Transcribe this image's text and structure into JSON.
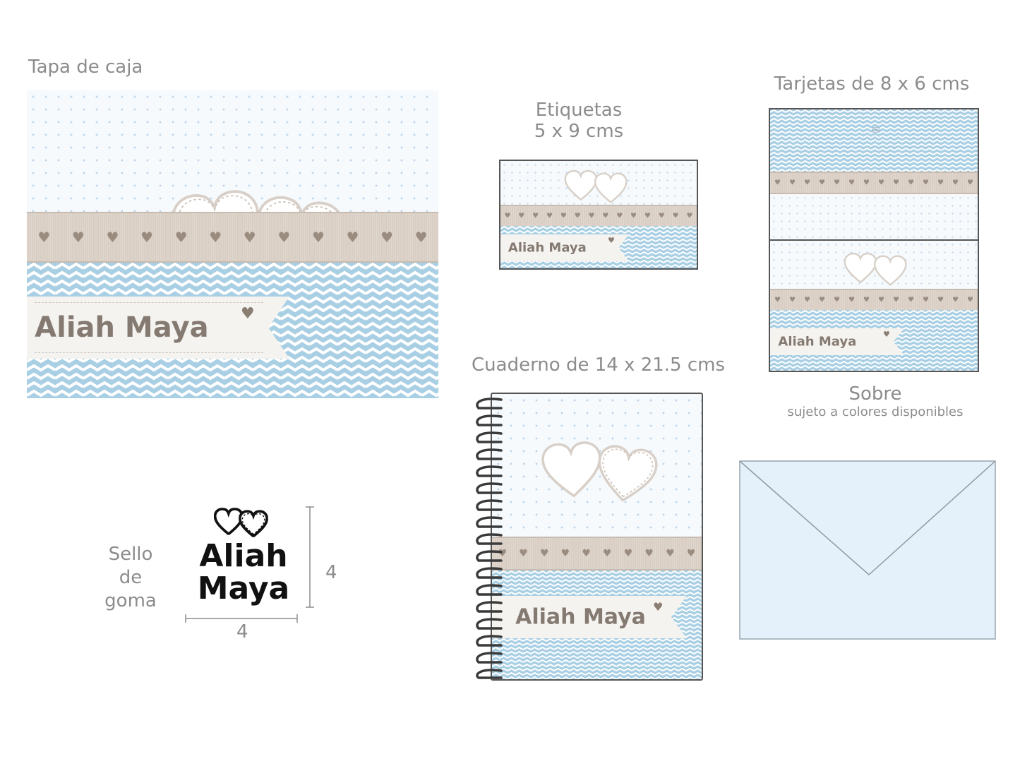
{
  "labels": {
    "box_lid": "Tapa de caja",
    "tags_title": "Etiquetas",
    "tags_size": "5 x 9 cms",
    "cards": "Tarjetas de 8 x 6 cms",
    "notebook": "Cuaderno de 14 x 21.5 cms",
    "envelope_title": "Sobre",
    "envelope_note": "sujeto a colores disponibles",
    "stamp_line1": "Sello",
    "stamp_line2": "de",
    "stamp_line3": "goma",
    "dim_height": "4",
    "dim_width": "4"
  },
  "design": {
    "name": "Aliah Maya",
    "stamp_name_line1": "Aliah",
    "stamp_name_line2": "Maya"
  },
  "colors": {
    "background": "#ffffff",
    "polka": "#bfd6ea",
    "ribbon": "#d9cec4",
    "wave_blue": "#a9cfe4",
    "name_text": "#857a72",
    "envelope": "#e4f1fa"
  },
  "icons": [
    "double-heart-icon",
    "heart-icon",
    "envelope-icon",
    "spiral-binding-icon"
  ]
}
